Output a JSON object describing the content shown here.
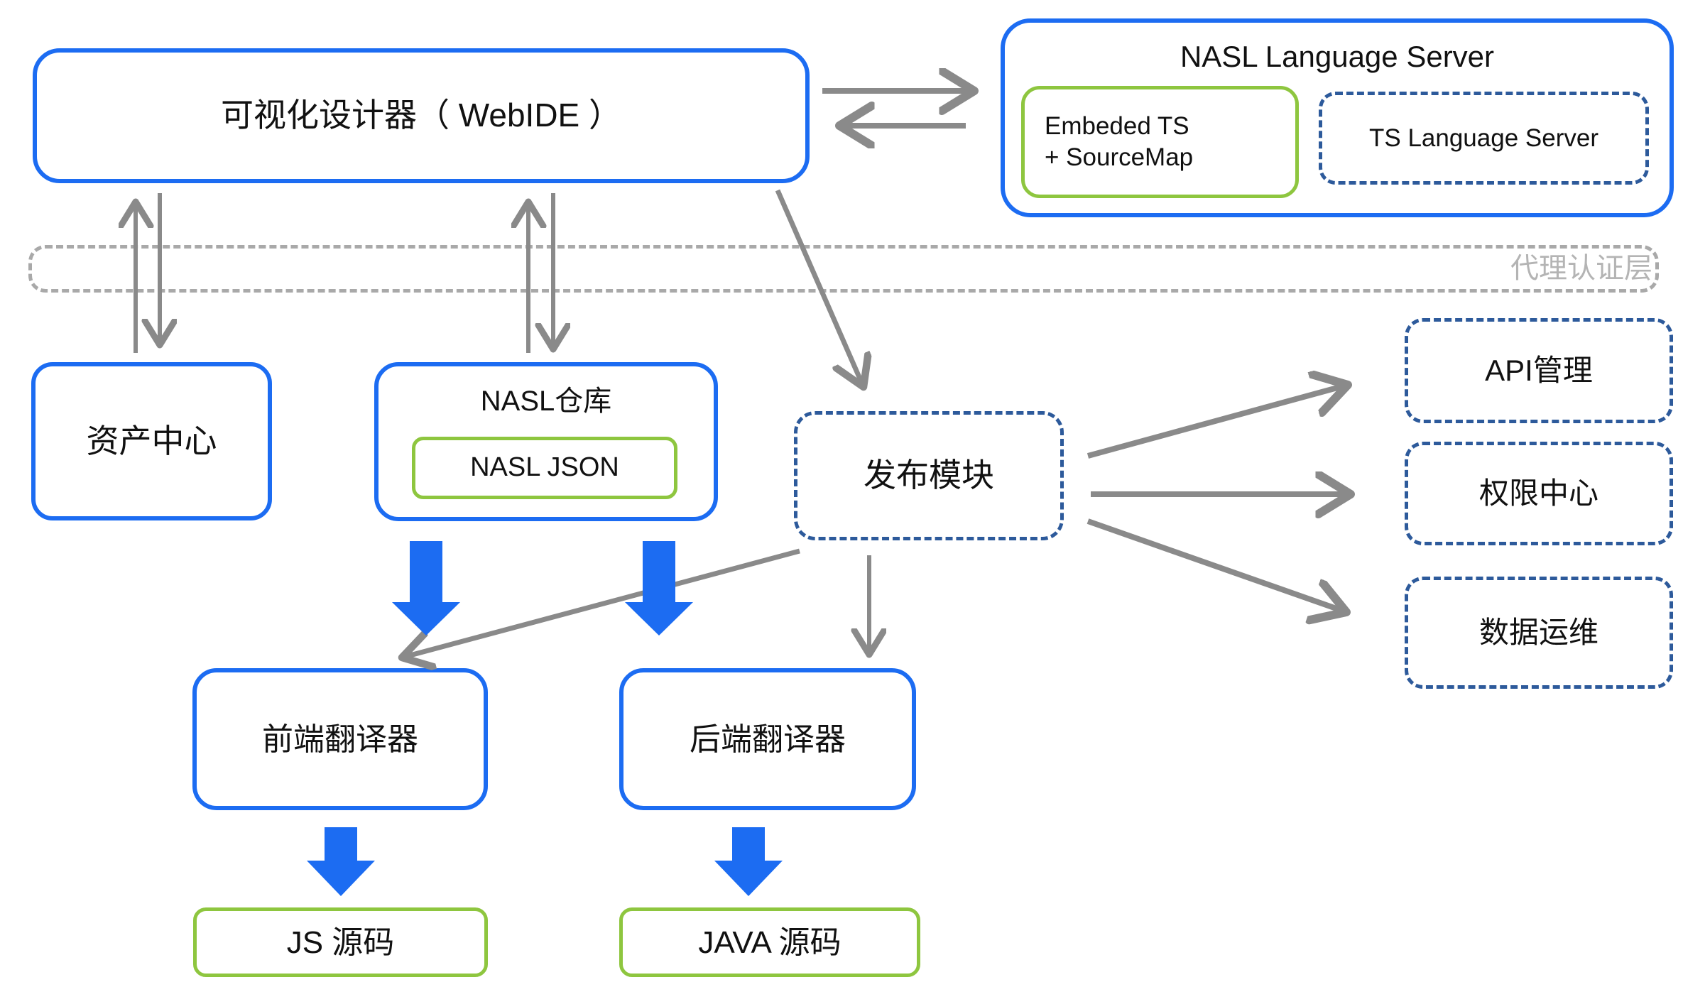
{
  "nodes": {
    "webide": {
      "label": "可视化设计器（ WebIDE ）"
    },
    "nasl_language_server": {
      "title": "NASL Language Server",
      "embedded_ts_line1": "Embeded TS",
      "embedded_ts_line2": "+ SourceMap",
      "ts_language_server": "TS Language Server"
    },
    "proxy_auth_layer": {
      "label": "代理认证层"
    },
    "asset_center": {
      "label": "资产中心"
    },
    "nasl_repo": {
      "title": "NASL仓库",
      "inner": "NASL JSON"
    },
    "publish_module": {
      "label": "发布模块"
    },
    "api_management": {
      "label": "API管理"
    },
    "permission_center": {
      "label": "权限中心"
    },
    "data_ops": {
      "label": "数据运维"
    },
    "frontend_translator": {
      "label": "前端翻译器"
    },
    "backend_translator": {
      "label": "后端翻译器"
    },
    "js_source": {
      "label": "JS 源码"
    },
    "java_source": {
      "label": "JAVA 源码"
    }
  },
  "colors": {
    "blue": "#1c6cf2",
    "green": "#8ec63f",
    "dashed_blue": "#2d5a9b",
    "arrow_gray": "#8a8a8a",
    "band_gray": "#a9a9a9",
    "band_label_gray": "#b4b4b4",
    "text": "#111111",
    "background": "#ffffff"
  }
}
